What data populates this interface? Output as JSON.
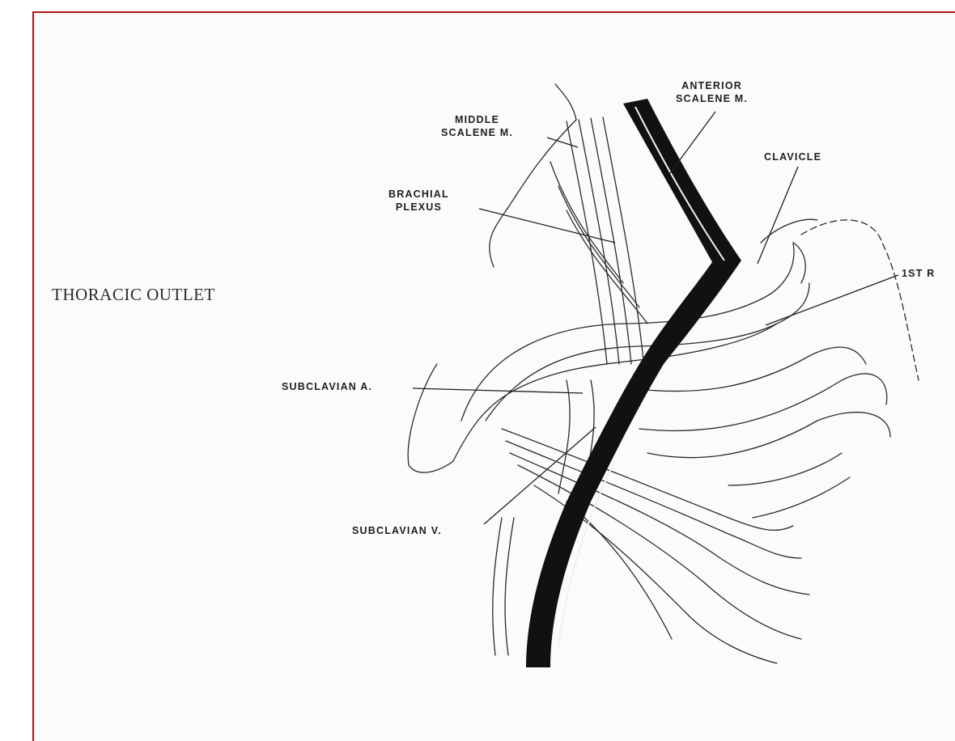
{
  "title": "THORACIC OUTLET",
  "labels": {
    "anterior_scalene": [
      "ANTERIOR",
      "SCALENE M."
    ],
    "middle_scalene": [
      "MIDDLE",
      "SCALENE M."
    ],
    "clavicle": "CLAVICLE",
    "brachial_plexus": [
      "BRACHIAL",
      "PLEXUS"
    ],
    "first_rib": "1ST R",
    "subclavian_artery": "SUBCLAVIAN A.",
    "subclavian_vein": "SUBCLAVIAN V."
  },
  "colors": {
    "border": "#b01515",
    "ink": "#1e1e1e",
    "background": "#fbfbfb"
  }
}
